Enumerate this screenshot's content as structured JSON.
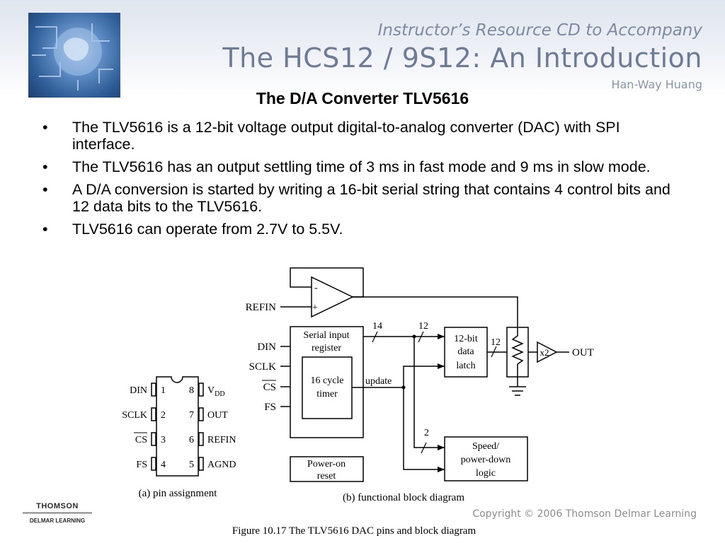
{
  "header": {
    "top_line": "Instructor’s Resource CD to Accompany",
    "book_title": "The HCS12 / 9S12: An Introduction",
    "author": "Han-Way Huang"
  },
  "slide": {
    "title": "The D/A Converter TLV5616",
    "bullets": [
      "The TLV5616 is a 12-bit voltage output digital-to-analog converter (DAC) with SPI interface.",
      "The TLV5616 has an output settling time of 3 ms in fast mode and 9 ms in slow mode.",
      "A D/A conversion is started by writing a 16-bit serial string that contains 4 control bits and 12 data bits to the TLV5616.",
      "TLV5616 can operate from 2.7V to 5.5V."
    ],
    "bullet_glyph": "•"
  },
  "pin_diagram": {
    "caption": "(a) pin assignment",
    "left_pins": [
      {
        "name": "DIN",
        "num": "1"
      },
      {
        "name": "SCLK",
        "num": "2"
      },
      {
        "name": "CS",
        "num": "3"
      },
      {
        "name": "FS",
        "num": "4"
      }
    ],
    "right_pins": [
      {
        "name": "V",
        "sub": "DD",
        "num": "8"
      },
      {
        "name": "OUT",
        "num": "7"
      },
      {
        "name": "REFIN",
        "num": "6"
      },
      {
        "name": "AGND",
        "num": "5"
      }
    ]
  },
  "block_diagram": {
    "caption": "(b) functional block diagram",
    "refin": "REFIN",
    "opamp_minus": "-",
    "opamp_plus": "+",
    "inputs": [
      "DIN",
      "SCLK",
      "CS",
      "FS"
    ],
    "serial_reg_line1": "Serial input",
    "serial_reg_line2": "register",
    "timer_line1": "16 cycle",
    "timer_line2": "timer",
    "update": "update",
    "bus14": "14",
    "bus12a": "12",
    "bus12b": "12",
    "bus2": "2",
    "latch_line1": "12-bit",
    "latch_line2": "data",
    "latch_line3": "latch",
    "x2": "x2",
    "out": "OUT",
    "speed_line1": "Speed/",
    "speed_line2": "power-down",
    "speed_line3": "logic",
    "por_line1": "Power-on",
    "por_line2": "reset"
  },
  "figure_caption": "Figure 10.17 The TLV5616 DAC pins and block diagram",
  "footer": {
    "publisher_top": "THOMSON",
    "publisher_bottom": "DELMAR LEARNING",
    "copyright": "Copyright © 2006 Thomson Delmar Learning"
  }
}
